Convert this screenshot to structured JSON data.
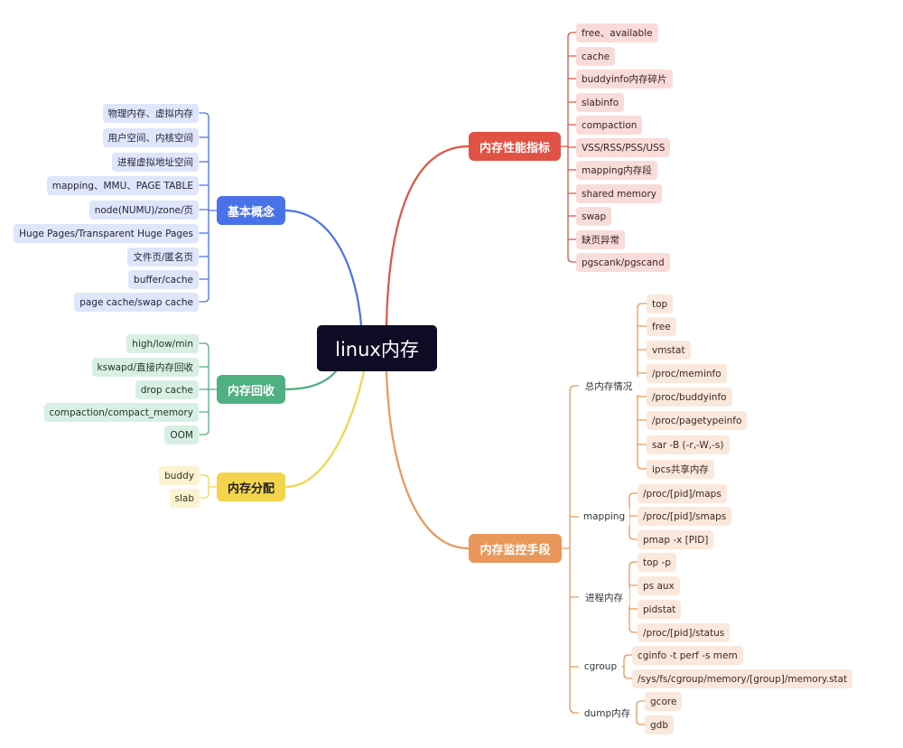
{
  "root": "linux内存",
  "colors": {
    "blue": "#4a72e8",
    "red": "#e05244",
    "green": "#4fb081",
    "yellow": "#f3d44c",
    "orange": "#e9975a",
    "root": "#0d0c24"
  },
  "branches": {
    "basic": {
      "label": "基本概念",
      "items": [
        "物理内存、虚拟内存",
        "用户空间、内核空间",
        "进程虚拟地址空间",
        "mapping、MMU、PAGE TABLE",
        "node(NUMU)/zone/页",
        "Huge Pages/Transparent Huge Pages",
        "文件页/匿名页",
        "buffer/cache",
        "page cache/swap cache"
      ]
    },
    "reclaim": {
      "label": "内存回收",
      "items": [
        "high/low/min",
        "kswapd/直接内存回收",
        "drop cache",
        "compaction/compact_memory",
        "OOM"
      ]
    },
    "alloc": {
      "label": "内存分配",
      "items": [
        "buddy",
        "slab"
      ]
    },
    "perf": {
      "label": "内存性能指标",
      "items": [
        "free、available",
        "cache",
        "buddyinfo内存碎片",
        "slabinfo",
        "compaction",
        "VSS/RSS/PSS/USS",
        "mapping内存段",
        "shared memory",
        "swap",
        "缺页异常",
        "pgscank/pgscand"
      ]
    },
    "monitor": {
      "label": "内存监控手段",
      "groups": [
        {
          "label": "总内存情况",
          "items": [
            "top",
            "free",
            "vmstat",
            "/proc/meminfo",
            "/proc/buddyinfo",
            "/proc/pagetypeinfo",
            "sar -B (-r,-W,-s)",
            "ipcs共享内存"
          ]
        },
        {
          "label": "mapping",
          "items": [
            "/proc/[pid]/maps",
            "/proc/[pid]/smaps",
            "pmap -x [PID]"
          ]
        },
        {
          "label": "进程内存",
          "items": [
            "top -p",
            "ps aux",
            "pidstat",
            "/proc/[pid]/status"
          ]
        },
        {
          "label": "cgroup",
          "items": [
            "cginfo -t perf -s mem",
            "/sys/fs/cgroup/memory/[group]/memory.stat"
          ]
        },
        {
          "label": "dump内存",
          "items": [
            "gcore",
            "gdb"
          ]
        }
      ]
    }
  }
}
